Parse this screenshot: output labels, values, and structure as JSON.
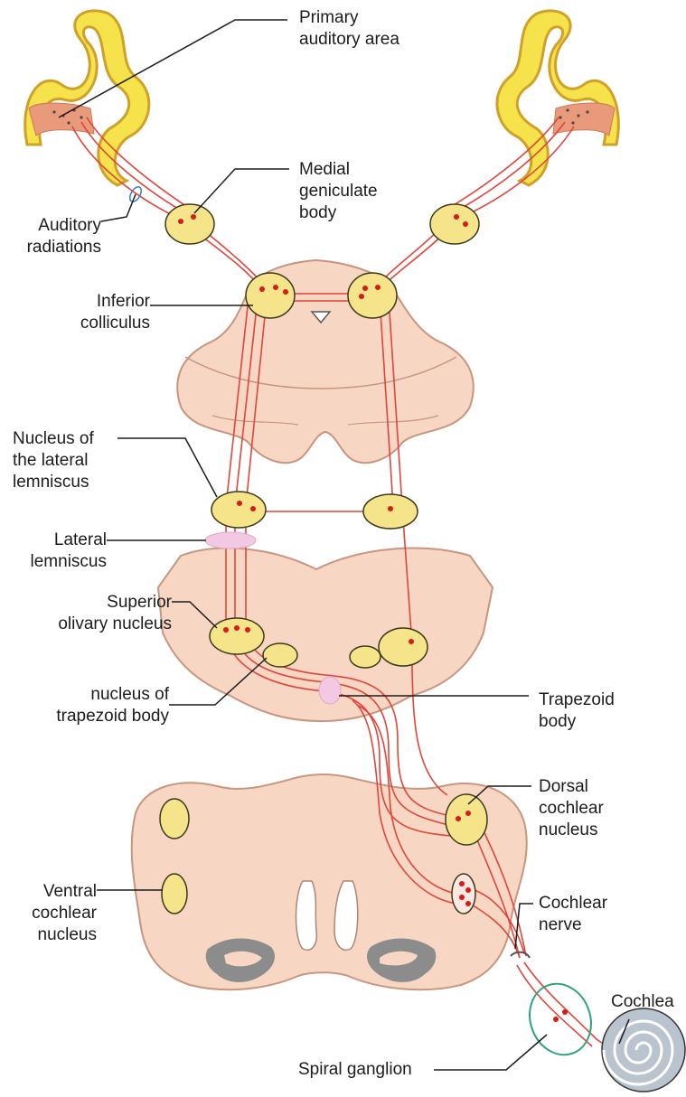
{
  "labels": {
    "primary_auditory_area": "Primary\nauditory area",
    "medial_geniculate_body": "Medial\ngeniculate\nbody",
    "auditory_radiations": "Auditory\nradiations",
    "inferior_colliculus": "Inferior\ncolliculus",
    "nucleus_lateral_lemniscus": "Nucleus of\nthe lateral\nlemniscus",
    "lateral_lemniscus": "Lateral\nlemniscus",
    "superior_olivary_nucleus": "Superior\nolivary nucleus",
    "nucleus_trapezoid_body": "nucleus of\ntrapezoid body",
    "trapezoid_body": "Trapezoid\nbody",
    "dorsal_cochlear_nucleus": "Dorsal\ncochlear\nnucleus",
    "ventral_cochlear_nucleus": "Ventral\ncochlear\nnucleus",
    "cochlear_nerve": "Cochlear\nnerve",
    "cochlea": "Cochlea",
    "spiral_ganglion": "Spiral ganglion"
  },
  "colors": {
    "brain_tissue": "#f7d7c3",
    "tissue_outline": "#c79580",
    "nucleus_fill": "#f6e48a",
    "nucleus_outline": "#3a3a1a",
    "cortex_fill": "#f6e24a",
    "cortex_outline": "#cfa12a",
    "pathway": "#e0453b",
    "neuron_dot": "#d81a1a",
    "cochlea_fill": "#b9c4cf",
    "ganglion_outline": "#2ea37a",
    "leader_line": "#1c1c1c"
  }
}
